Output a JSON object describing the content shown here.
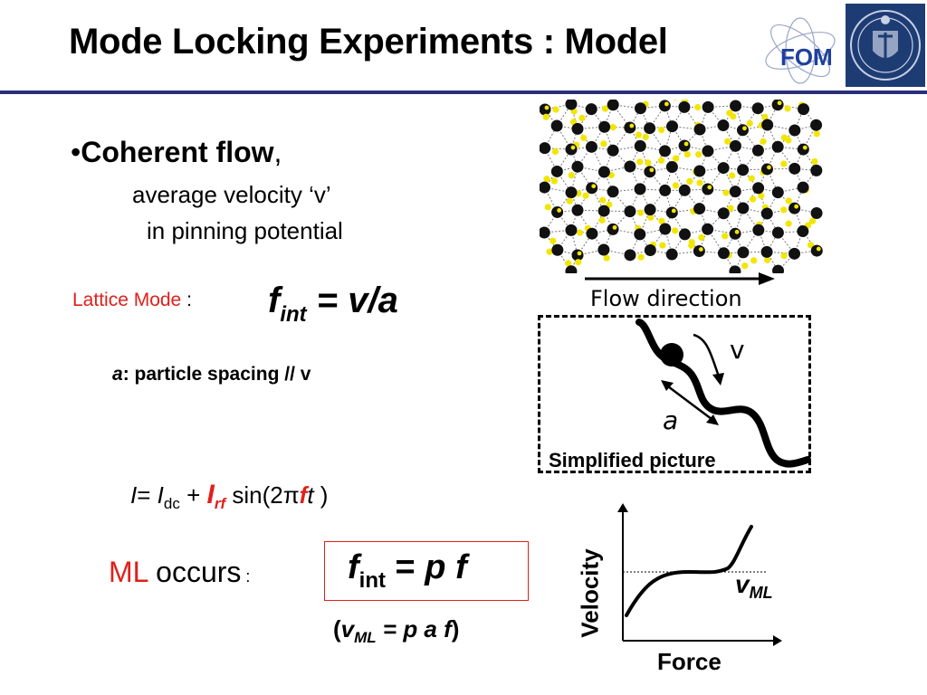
{
  "title": "Mode Locking Experiments : Model",
  "logo_text": "FOM",
  "bullet": {
    "symbol": "•",
    "bold": "Coherent flow",
    "rest": ","
  },
  "sub_lines": [
    "average velocity ‘v’",
    "in pinning potential"
  ],
  "lattice_mode": {
    "label": "Lattice Mode",
    "colon": " :"
  },
  "fint_eq": {
    "f": "f",
    "sub": "int",
    "rest": " = v/a"
  },
  "spacing": {
    "a": "a",
    "rest": ": particle spacing // v"
  },
  "current_eq": {
    "lhs": "I",
    "eq": "= ",
    "i": "I",
    "dc": "dc",
    "plus": " +  ",
    "irf_i": "I",
    "irf_sub": "rf",
    "sin": " sin(2",
    "pi": "π",
    "f": "f",
    "t": "t",
    "close": " )"
  },
  "ml_occurs": {
    "ml": "ML",
    "occurs": " occurs",
    "colon": " :"
  },
  "ml_eq": {
    "f": "f",
    "sub": "int",
    "eq": " = ",
    "p": "p",
    "f2": " f"
  },
  "vml_eq": {
    "open": "(",
    "v": "v",
    "sub": "ML",
    "rest": " = p a f",
    "close": ")"
  },
  "flow_label": "Flow direction",
  "simplified": {
    "v": "v",
    "a": "a",
    "label": "Simplified  picture"
  },
  "vf_plot": {
    "ylabel": "Velocity",
    "xlabel": "Force",
    "vml": "v",
    "vml_sub": "ML"
  },
  "colors": {
    "accent_red": "#e0201b",
    "rule_blue": "#2b2f7a",
    "particle_yellow": "#f2e600"
  }
}
